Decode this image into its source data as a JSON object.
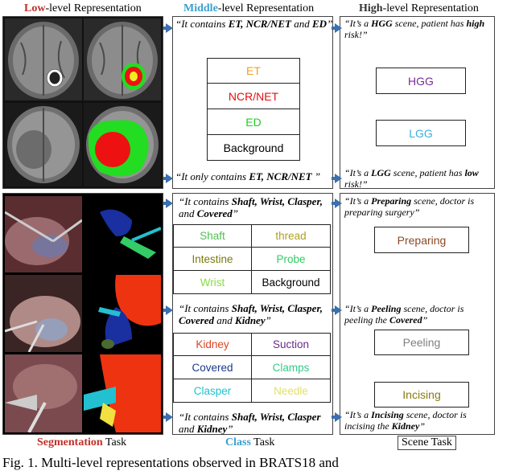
{
  "headers": {
    "low_prefix": "Low",
    "low_rest": "-level Representation",
    "mid_prefix": "Middle",
    "mid_rest": "-level Representation",
    "high_prefix": "High",
    "high_rest": "-level Representation"
  },
  "brats": {
    "mid_quote_top": [
      "“It contains ",
      "ET, NCR/NET",
      " and ",
      "ED",
      "”"
    ],
    "classes": [
      {
        "label": "ET",
        "color": "#f0a020"
      },
      {
        "label": "NCR/NET",
        "color": "#e01010"
      },
      {
        "label": "ED",
        "color": "#22cc22"
      },
      {
        "label": "Background",
        "color": "#000000"
      }
    ],
    "mid_quote_bottom": [
      "“It only contains ",
      "ET, NCR/NET",
      " ”"
    ],
    "high_quote_top": [
      "“It’s a ",
      "HGG",
      " scene, patient has ",
      "high",
      " risk!”"
    ],
    "high_hgg": {
      "label": "HGG",
      "color": "#7a2a9a"
    },
    "high_lgg": {
      "label": "LGG",
      "color": "#3ab0e0"
    },
    "high_quote_bottom": [
      "“It’s a ",
      "LGG",
      " scene, patient has ",
      "low",
      " risk!”"
    ]
  },
  "endo": {
    "mid_quote_1": [
      "“It contains ",
      "Shaft, Wrist, Clasper,",
      " and ",
      "Covered",
      "”"
    ],
    "grid_1": [
      {
        "label": "Shaft",
        "color": "#4fc04f"
      },
      {
        "label": "thread",
        "color": "#b0a020"
      },
      {
        "label": "Intestine",
        "color": "#7a7a10"
      },
      {
        "label": "Probe",
        "color": "#33cc66"
      },
      {
        "label": "Wrist",
        "color": "#88dd44"
      },
      {
        "label": "Background",
        "color": "#000000"
      }
    ],
    "mid_quote_2": [
      "“It contains ",
      "Shaft, Wrist, Clasper,",
      " ",
      "Covered",
      " and ",
      "Kidney",
      "”"
    ],
    "grid_2": [
      {
        "label": "Kidney",
        "color": "#dd4422"
      },
      {
        "label": "Suction",
        "color": "#6a2a8a"
      },
      {
        "label": "Covered",
        "color": "#1a3a8a"
      },
      {
        "label": "Clamps",
        "color": "#33cc88"
      },
      {
        "label": "Clasper",
        "color": "#22c0d0"
      },
      {
        "label": "Needle",
        "color": "#e0e070"
      }
    ],
    "mid_quote_3": [
      "“It contains ",
      "Shaft, Wrist, Clasper",
      " and ",
      "Kidney",
      "”"
    ],
    "high_quote_1": [
      "“It’s a ",
      "Preparing",
      " scene, doctor is preparing surgery”"
    ],
    "high_preparing": {
      "label": "Preparing",
      "color": "#8a4a2a"
    },
    "high_quote_2": [
      "“It’s a ",
      "Peeling",
      " scene, doctor is peeling the ",
      "Covered",
      "”"
    ],
    "high_peeling": {
      "label": "Peeling",
      "color": "#808080"
    },
    "high_incising": {
      "label": "Incising",
      "color": "#8a7a10"
    },
    "high_quote_3": [
      "“It’s a ",
      "Incising",
      " scene, doctor is incising the ",
      "Kidney",
      "”"
    ]
  },
  "footer": {
    "seg_word": "Segmentation",
    "seg_rest": " Task",
    "class_word": "Class",
    "class_rest": " Task",
    "scene": "Scene Task"
  },
  "caption": "Fig. 1. Multi-level representations observed in BRATS18 and"
}
